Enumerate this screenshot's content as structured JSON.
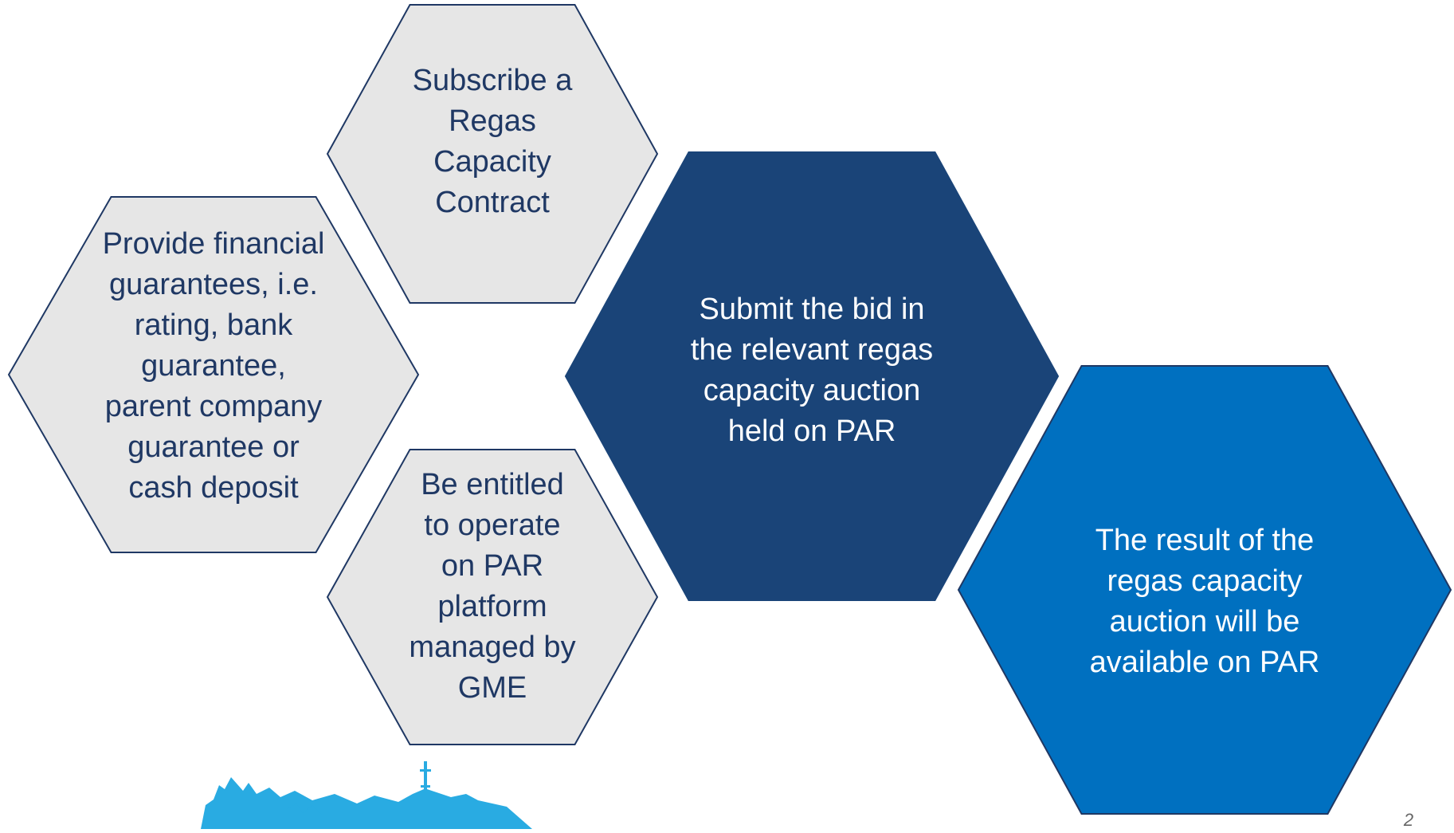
{
  "slide": {
    "page_number": "2"
  },
  "colors": {
    "light_fill": "#e6e6e6",
    "outline": "#1f3864",
    "light_text": "#1f3864",
    "dark_fill": "#1a4478",
    "bright_fill": "#0070c0",
    "dark_text": "#ffffff",
    "logo": "#29abe2",
    "page_number": "#666666"
  },
  "diagram": {
    "steps": [
      {
        "id": "subscribe",
        "style": "light",
        "lines": [
          "Subscribe a",
          "Regas",
          "Capacity",
          "Contract"
        ]
      },
      {
        "id": "guarantees",
        "style": "light",
        "lines": [
          "Provide financial",
          "guarantees, i.e.",
          "rating, bank",
          "guarantee,",
          "parent company",
          "guarantee or",
          "cash deposit"
        ]
      },
      {
        "id": "entitled",
        "style": "light",
        "lines": [
          "Be entitled",
          "to operate",
          "on PAR",
          "platform",
          "managed by",
          "GME"
        ]
      },
      {
        "id": "submit-bid",
        "style": "dark",
        "lines": [
          "Submit the bid in",
          "the relevant regas",
          "capacity auction",
          "held on PAR"
        ]
      },
      {
        "id": "result",
        "style": "bright",
        "lines": [
          "The result of the",
          "regas capacity",
          "auction will be",
          "available on PAR"
        ]
      }
    ]
  },
  "logo": {
    "icon": "lng-terminal-silhouette-icon"
  }
}
